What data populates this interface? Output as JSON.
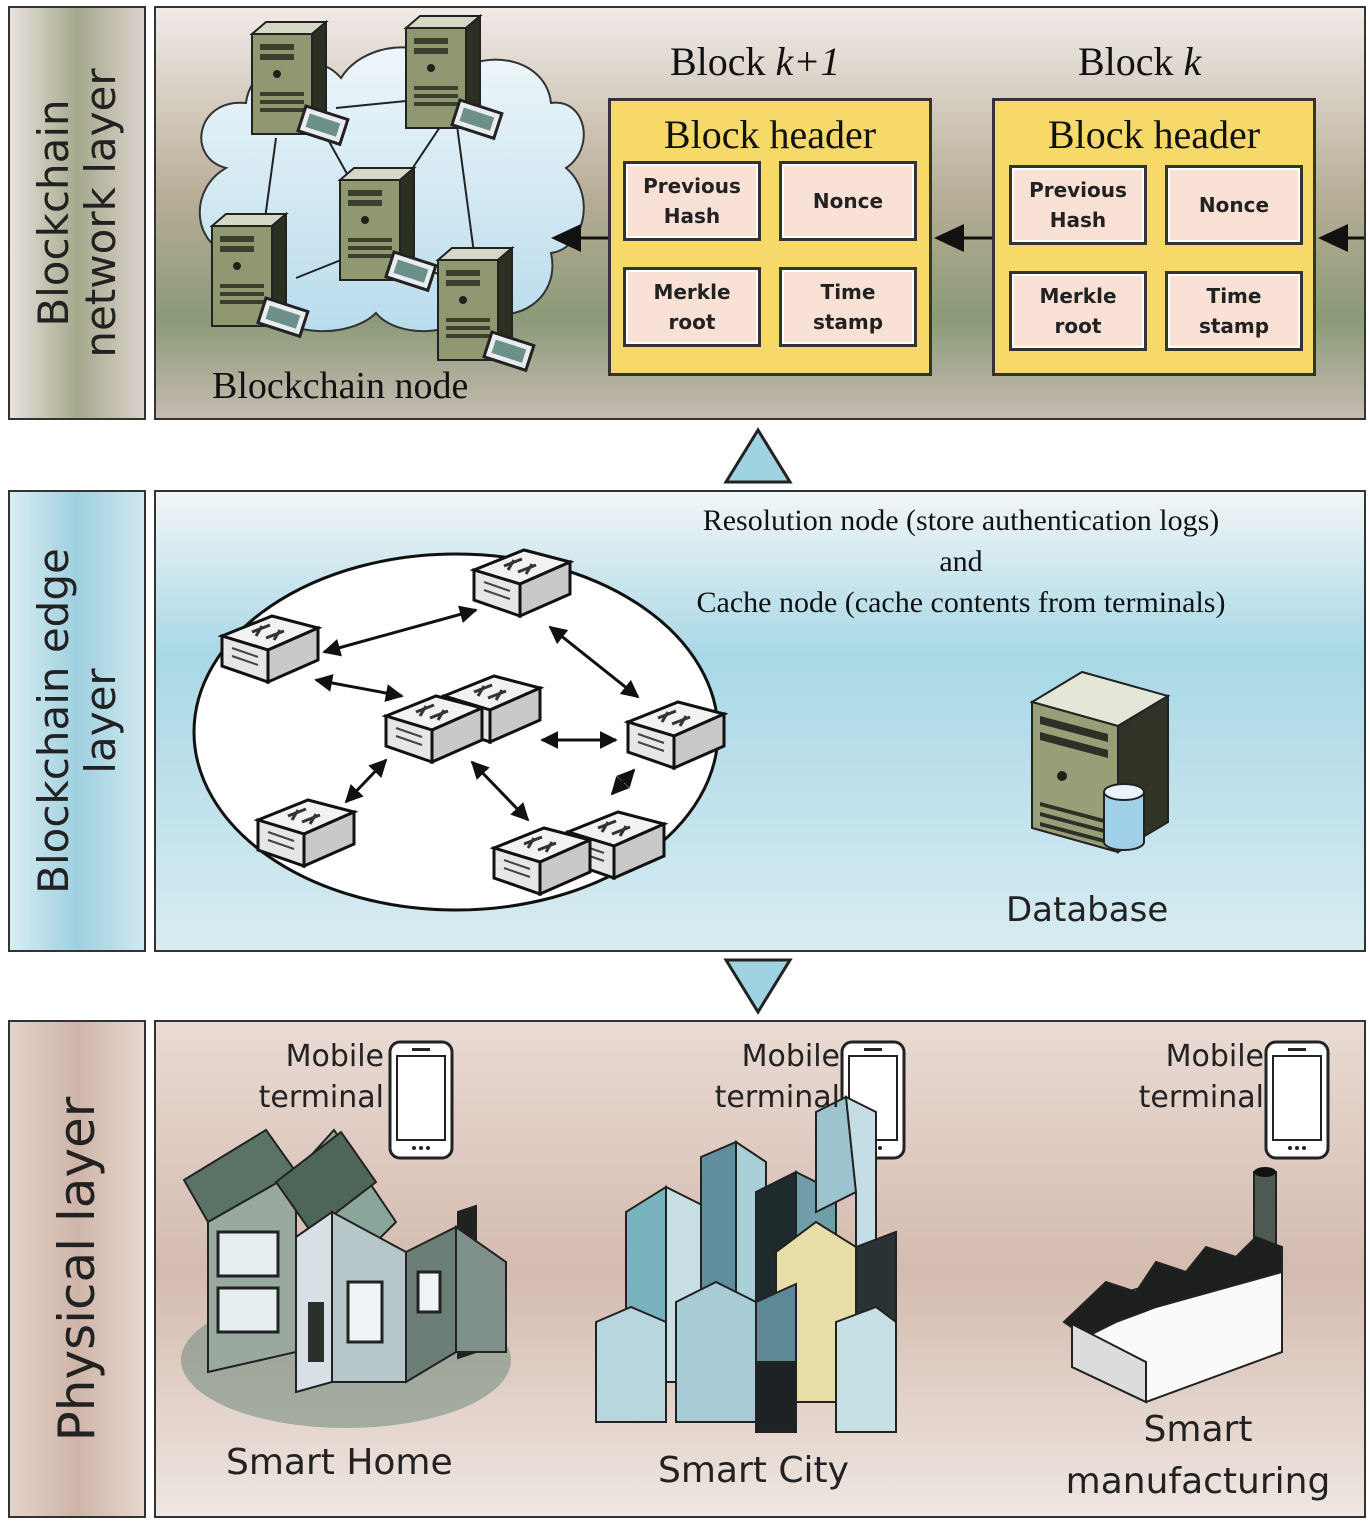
{
  "layers": {
    "network": {
      "side_label": "Blockchain\nnetwork layer",
      "node_label": "Blockchain node",
      "blocks": [
        {
          "title_prefix": "Block ",
          "title_index": "k+1",
          "header": "Block header",
          "fields": {
            "previous_hash": "Previous\nHash",
            "nonce": "Nonce",
            "merkle_root": "Merkle\nroot",
            "time_stamp": "Time\nstamp"
          }
        },
        {
          "title_prefix": "Block ",
          "title_index": "k",
          "header": "Block header",
          "fields": {
            "previous_hash": "Previous\nHash",
            "nonce": "Nonce",
            "merkle_root": "Merkle\nroot",
            "time_stamp": "Time\nstamp"
          }
        }
      ]
    },
    "edge": {
      "side_label": "Blockchain edge\nlayer",
      "description": [
        "Resolution node (store authentication logs)",
        "and",
        "Cache node (cache contents from terminals)"
      ],
      "database_label": "Database"
    },
    "physical": {
      "side_label": "Physical layer",
      "terminal_label": "Mobile\nterminal",
      "scenes": [
        "Smart Home",
        "Smart City",
        "Smart\nmanufacturing"
      ]
    }
  },
  "colors": {
    "network_bg_top": "#ece5e2",
    "network_bg_mid": "#b0a68f",
    "network_bg_bottom": "#7f9570",
    "edge_bg": "#a6d6e4",
    "physical_bg": "#d6bdb1",
    "block_fill": "#f7d96a",
    "field_fill": "#fae1d6"
  }
}
